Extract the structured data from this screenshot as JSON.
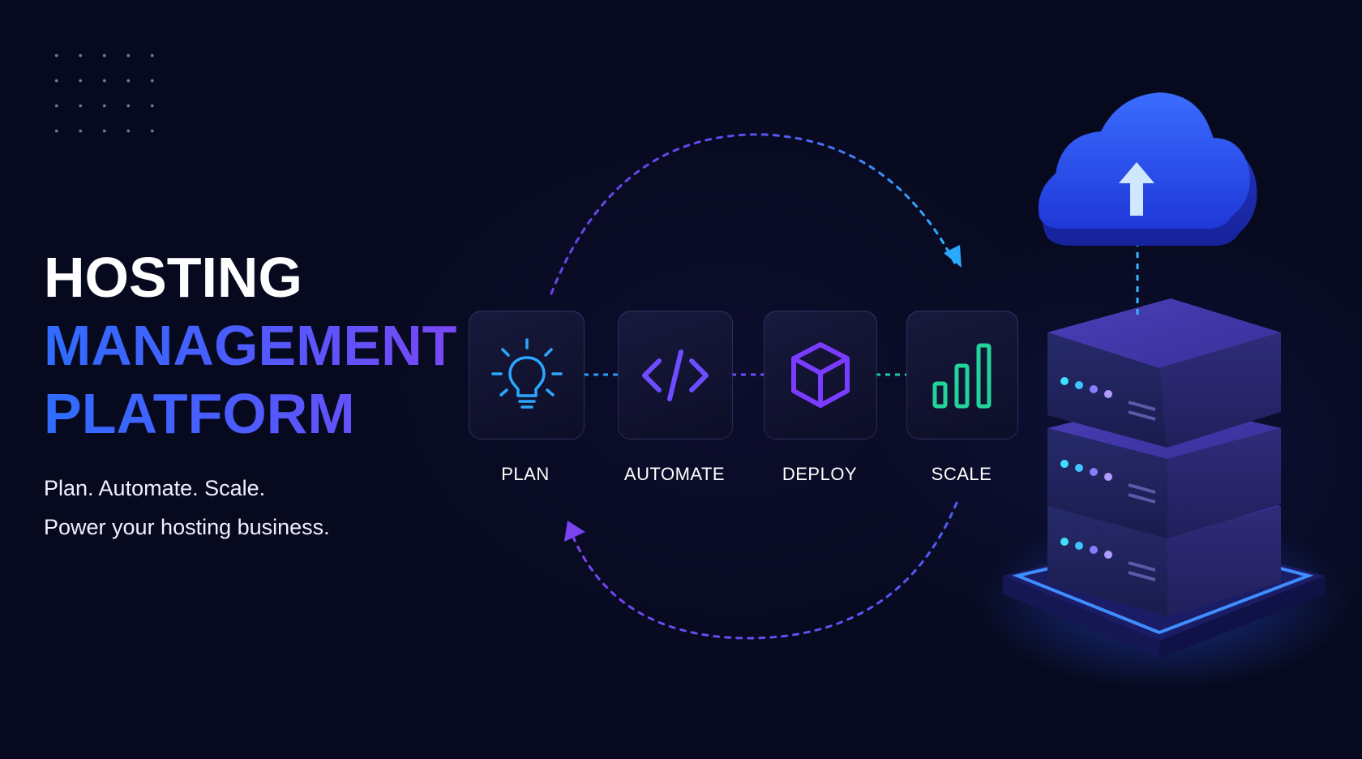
{
  "hero": {
    "title_line1": "HOSTING",
    "title_line2": "MANAGEMENT",
    "title_line3": "PLATFORM",
    "tagline_line1": "Plan. Automate. Scale.",
    "tagline_line2": "Power your hosting business."
  },
  "steps": [
    {
      "label": "PLAN",
      "icon": "lightbulb-icon",
      "color": "#2aa8ff"
    },
    {
      "label": "AUTOMATE",
      "icon": "code-icon",
      "color": "#6e4cff"
    },
    {
      "label": "DEPLOY",
      "icon": "cube-icon",
      "color": "#7a3cff"
    },
    {
      "label": "SCALE",
      "icon": "bar-chart-icon",
      "color": "#22d39a"
    }
  ],
  "illustration": {
    "cloud_icon": "cloud-upload-icon",
    "server_icon": "server-stack-icon"
  },
  "colors": {
    "background": "#070a1f",
    "accent_blue": "#2f6cff",
    "accent_purple": "#7b46f5",
    "accent_cyan": "#2fc8ff",
    "accent_green": "#22d39a"
  }
}
